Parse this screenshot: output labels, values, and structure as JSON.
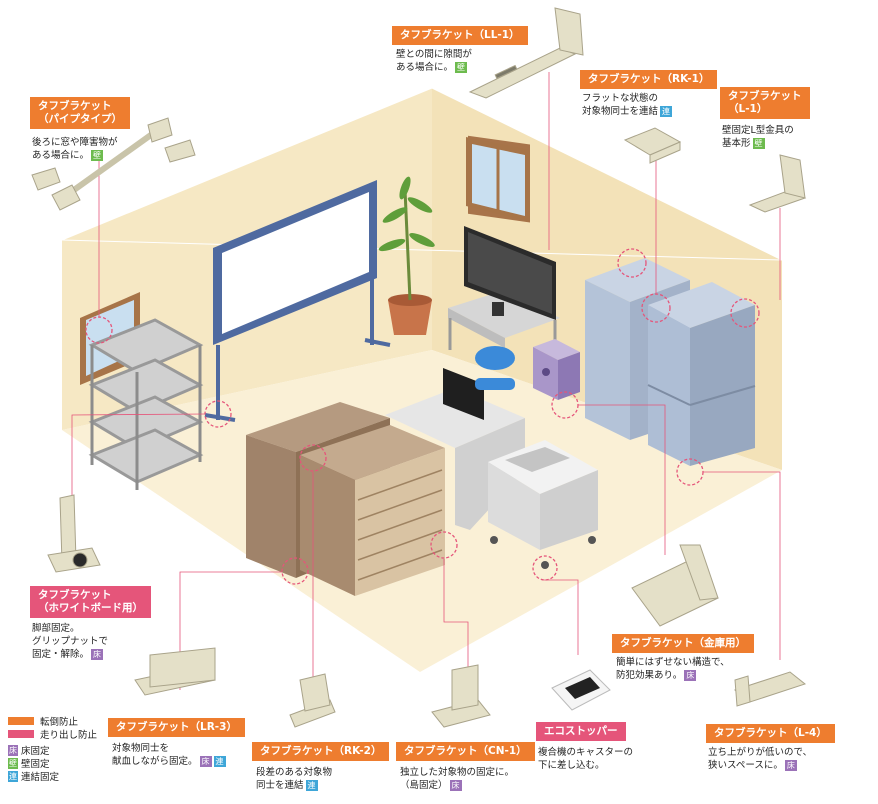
{
  "tags": {
    "floor": "床",
    "wall": "壁",
    "link": "連"
  },
  "colors": {
    "orange": "#ee7d2f",
    "pink": "#e5557a",
    "green": "#6dbb4e",
    "blue": "#3ea6d8",
    "purple": "#9b72b8"
  },
  "callouts": {
    "pipe": {
      "title_line1": "タフブラケット",
      "title_line2": "（パイプタイプ）",
      "desc": "後ろに窓や障害物が\nある場合に。",
      "tag": "壁"
    },
    "ll1": {
      "title": "タフブラケット（LL-1）",
      "desc": "壁との間に隙間が\nある場合に。",
      "tag": "壁"
    },
    "rk1": {
      "title": "タフブラケット（RK-1）",
      "desc": "フラットな状態の\n対象物同士を連結",
      "tag": "連"
    },
    "l1": {
      "title_line1": "タフブラケット",
      "title_line2": "（L-1）",
      "desc": "壁固定L型金具の\n基本形",
      "tag": "壁"
    },
    "whiteboard": {
      "title_line1": "タフブラケット",
      "title_line2": "（ホワイトボード用）",
      "desc": "脚部固定。\nグリップナットで\n固定・解除。",
      "tag": "床"
    },
    "lr3": {
      "title": "タフブラケット（LR-3）",
      "desc": "対象物同士を\n献血しながら固定。",
      "tag1": "床",
      "tag2": "連"
    },
    "rk2": {
      "title": "タフブラケット（RK-2）",
      "desc": "段差のある対象物\n同士を連結",
      "tag": "連"
    },
    "cn1": {
      "title": "タフブラケット（CN-1）",
      "desc": "独立した対象物の固定に。\n（島固定）",
      "tag": "床"
    },
    "eco": {
      "title": "エコストッパー",
      "desc": "複合機のキャスターの\n下に差し込む。"
    },
    "safe": {
      "title": "タフブラケット（金庫用）",
      "desc": "簡単にはずせない構造で、\n防犯効果あり。",
      "tag": "床"
    },
    "l4": {
      "title": "タフブラケット（L-4）",
      "desc": "立ち上がりが低いので、\n狭いスペースに。",
      "tag": "床"
    }
  },
  "legend": {
    "tip": "転倒防止",
    "slide": "走り出し防止",
    "floor": "床固定",
    "wall": "壁固定",
    "link": "連結固定"
  }
}
